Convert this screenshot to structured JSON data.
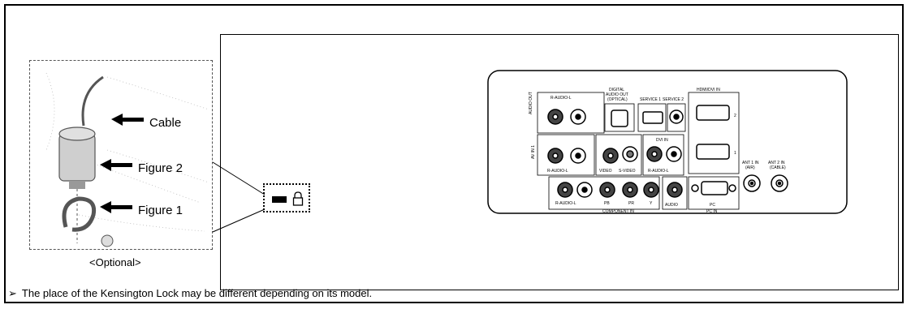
{
  "figure": {
    "label_cable": "Cable",
    "label_figure2": "Figure 2",
    "label_figure1": "Figure 1",
    "caption": "<Optional>"
  },
  "note": {
    "arrow": "➢",
    "text": "The place of the  Kensington Lock may be different depending on its model."
  },
  "panel": {
    "audio_out": "AUDIO OUT",
    "audio_rl": "R-AUDIO-L",
    "digital_audio_out": [
      "DIGITAL",
      "AUDIO OUT",
      "(OPTICAL)"
    ],
    "service1": "SERVICE 1",
    "service2": "SERVICE 2",
    "hdmi_dvi_in": "HDMI/DVI IN",
    "av_in1": "AV IN 1",
    "video": "VIDEO",
    "s_video": "S-VIDEO",
    "dvi_in": "DVI IN",
    "component_in": "COMPONENT IN",
    "pb": "PB",
    "pr": "PR",
    "y": "Y",
    "audio": "AUDIO",
    "pc": "PC",
    "pc_in": "PC IN",
    "ant1_in": [
      "ANT 1 IN",
      "(AIR)"
    ],
    "ant2_in": [
      "ANT 2 IN",
      "(CABLE)"
    ],
    "hdmi1": "1",
    "hdmi2": "2"
  },
  "icons": [
    "kensington-slot-icon",
    "padlock-icon",
    "arrow-left-icon"
  ]
}
